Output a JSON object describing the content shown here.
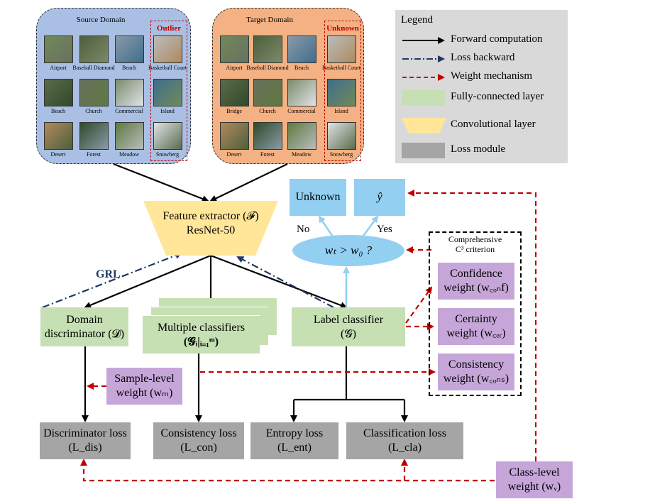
{
  "source_domain": {
    "title": "Source Domain",
    "outlier_label": "Outlier",
    "images": [
      "Airport",
      "Baseball Diamond",
      "Beach",
      "Basketball Court",
      "Beach",
      "Church",
      "Commercial",
      "Island",
      "Desert",
      "Forest",
      "Meadow",
      "Snowberg"
    ]
  },
  "target_domain": {
    "title": "Target Domain",
    "unknown_label": "Unknown",
    "images": [
      "Airport",
      "Baseball Diamond",
      "Beach",
      "Basketball Court",
      "Bridge",
      "Church",
      "Commercial",
      "Island",
      "Desert",
      "Forest",
      "Meadow",
      "Snowberg"
    ]
  },
  "legend": {
    "title": "Legend",
    "items": [
      "Forward computation",
      "Loss backward",
      "Weight mechanism",
      "Fully-connected layer",
      "Convolutional layer",
      "Loss module"
    ]
  },
  "feature_extractor": {
    "line1": "Feature extractor (𝓕)",
    "line2": "ResNet-50"
  },
  "grl": "GRL",
  "domain_discriminator": {
    "line1": "Domain",
    "line2": "discriminator (𝓓)"
  },
  "multiple_classifiers": {
    "line1": "Multiple classifiers",
    "line2": "(𝓖ᵢ|ᵢ₌₁ᵐ)"
  },
  "label_classifier": {
    "line1": "Label classifier",
    "line2": "(𝓖)"
  },
  "outputs": {
    "unknown": "Unknown",
    "yhat": "ŷ",
    "no": "No",
    "yes": "Yes",
    "decision": "wₜ  >  w₀ ?"
  },
  "criterion": {
    "title_line1": "Comprehensive",
    "title_line2": "C³ criterion",
    "confidence": {
      "line1": "Confidence",
      "line2": "weight (w꜀ₒₙf)"
    },
    "certainty": {
      "line1": "Certainty",
      "line2": "weight (w꜀ₑᵣ)"
    },
    "consistency": {
      "line1": "Consistency",
      "line2": "weight (w꜀ₒₙₛ)"
    }
  },
  "sample_weight": {
    "line1": "Sample-level",
    "line2": "weight (wₘ)"
  },
  "class_weight": {
    "line1": "Class-level",
    "line2": "weight (wᵥ)"
  },
  "losses": {
    "disc": {
      "line1": "Discriminator loss",
      "line2": "(L_dis)"
    },
    "con": {
      "line1": "Consistency loss",
      "line2": "(L_con)"
    },
    "ent": {
      "line1": "Entropy loss",
      "line2": "(L_ent)"
    },
    "cla": {
      "line1": "Classification loss",
      "line2": "(L_cla)"
    }
  },
  "colors": {
    "source_bg": "#a9c0e4",
    "target_bg": "#f4b183",
    "fc": "#c6e0b4",
    "conv": "#ffe699",
    "loss": "#a5a5a5",
    "weight": "#c6a6d8",
    "output": "#92cff0",
    "red": "#c00000",
    "navy": "#1f3864"
  },
  "tile_colors": [
    "#6f8a5a",
    "#4e5f3d",
    "#8a9aa8",
    "#b9bcbf",
    "#5b6b4a",
    "#6a7060",
    "#7b8a6a",
    "#3f6e8c",
    "#b08a5c",
    "#2f4a2a",
    "#5d7a3e",
    "#dfe3e8"
  ]
}
